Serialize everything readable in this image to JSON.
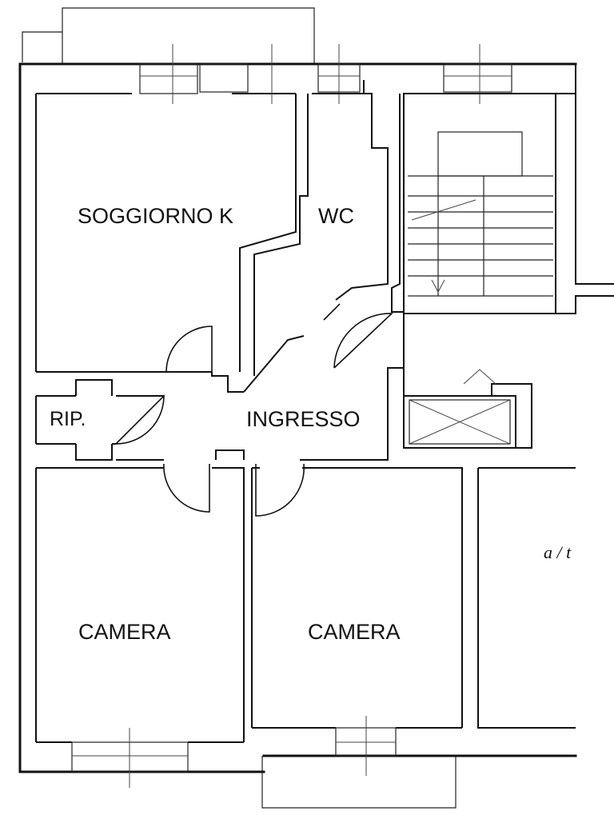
{
  "rooms": {
    "soggiorno": "SOGGIORNO  K",
    "wc": "WC",
    "rip": "RIP.",
    "ingresso": "INGRESSO",
    "camera_left": "CAMERA",
    "camera_right": "CAMERA"
  },
  "annotations": {
    "side_note": "a / t"
  },
  "colors": {
    "line": "#111111",
    "background": "#ffffff"
  }
}
